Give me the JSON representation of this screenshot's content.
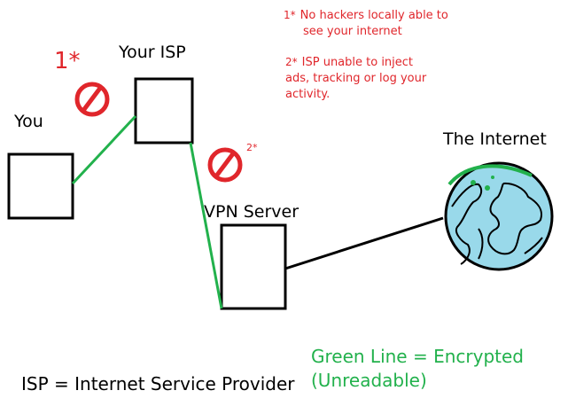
{
  "nodes": {
    "you": "You",
    "isp": "Your ISP",
    "vpn": "VPN Server",
    "internet": "The Internet"
  },
  "markers": {
    "one": "1*",
    "two": "2*"
  },
  "notes": [
    {
      "mark": "1*",
      "line1": "No hackers locally able to",
      "line2": "see your internet"
    },
    {
      "mark": "2*",
      "line1": "ISP unable to inject",
      "line2": "ads, tracking or log your",
      "line3": "activity."
    }
  ],
  "legend": {
    "line1": "Green Line = Encrypted",
    "line2": "(Unreadable)"
  },
  "footer": "ISP = Internet Service Provider",
  "colors": {
    "encrypted_line": "#22b14c",
    "plain_line": "#000000",
    "blocked_sign": "#e0262b",
    "globe_water": "#99d9ea"
  }
}
